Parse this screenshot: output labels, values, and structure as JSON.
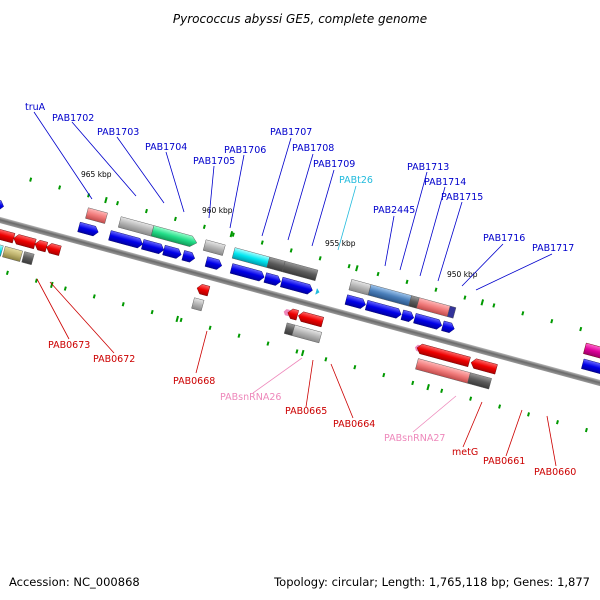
{
  "title": "Pyrococcus abyssi GE5, complete genome",
  "accession": "Accession: NC_000868",
  "summary": "Topology: circular; Length: 1,765,118 bp; Genes: 1,877",
  "ticks": [
    "965 kbp",
    "960 kbp",
    "955 kbp",
    "950 kbp"
  ],
  "colors": {
    "blue_labels": "#0000cc",
    "red_labels": "#cc0000",
    "trna_label": "#22bbdd",
    "rna_label": "#ee88bb"
  },
  "labels_forward": [
    "truA",
    "PAB1702",
    "PAB1703",
    "PAB1704",
    "PAB1705",
    "PAB1706",
    "PAB1707",
    "PAB1708",
    "PAB1709",
    "PABt26",
    "PAB2445",
    "PAB1713",
    "PAB1714",
    "PAB1715",
    "PAB1716",
    "PAB1717"
  ],
  "labels_reverse": [
    "PAB0673",
    "PAB0672",
    "PAB0668",
    "PABsnRNA26",
    "PAB0665",
    "PAB0664",
    "PABsnRNA27",
    "metG",
    "PAB0661",
    "PAB0660"
  ]
}
